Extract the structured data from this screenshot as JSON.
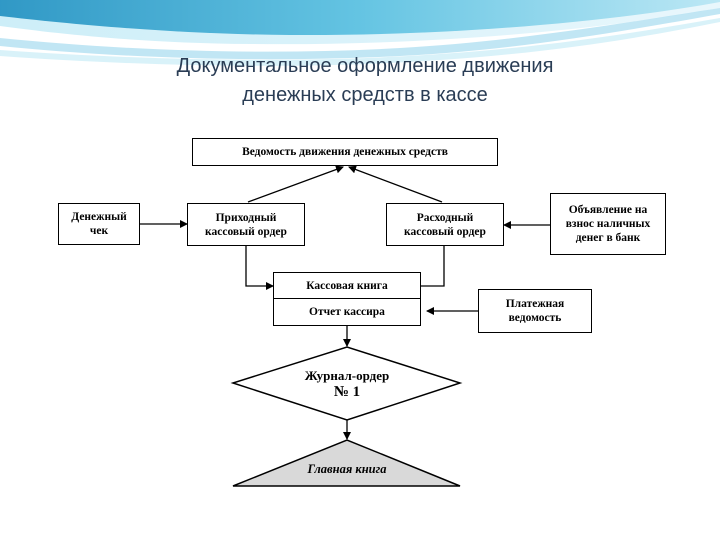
{
  "slide": {
    "title_line1": "Документальное оформление движения",
    "title_line2": "денежных средств в кассе"
  },
  "diagram": {
    "statement_top": "Ведомость движения денежных средств",
    "cash_check_line1": "Денежный",
    "cash_check_line2": "чек",
    "receipt_order_line1": "Приходный",
    "receipt_order_line2": "кассовый ордер",
    "expense_order_line1": "Расходный",
    "expense_order_line2": "кассовый ордер",
    "deposit_notice_line1": "Объявление на",
    "deposit_notice_line2": "взнос наличных",
    "deposit_notice_line3": "денег в банк",
    "cash_book": "Кассовая книга",
    "cashier_report": "Отчет кассира",
    "payroll_line1": "Платежная",
    "payroll_line2": "ведомость",
    "journal_order_line1": "Журнал-ордер",
    "journal_order_line2": "№ 1",
    "general_ledger": "Главная книга"
  },
  "colors": {
    "title": "#2a3d55",
    "wave_dark": "#2fa0c8",
    "wave_light": "#9fdbef",
    "ledger_fill": "#d9d9d9"
  }
}
